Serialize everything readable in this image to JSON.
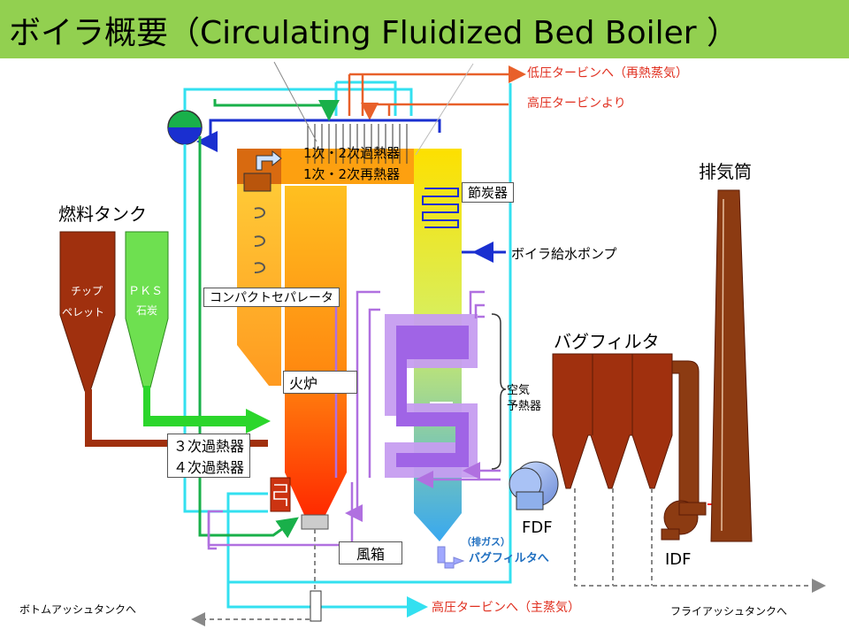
{
  "title": "ボイラ概要（Circulating Fluidized Bed Boiler ）",
  "labels": {
    "low_pressure_turbine": "低圧タービンへ（再熱蒸気）",
    "from_hp_turbine": "高圧タービンより",
    "superheater_1_2": "1次・2次過熱器",
    "reheater_1_2": "1次・2次再熱器",
    "economizer": "節炭器",
    "stack": "排気筒",
    "fuel_tank": "燃料タンク",
    "feed_pump": "ボイラ給水ポンプ",
    "chip": "チップ",
    "pellet": "ペレット",
    "pks": "ＰＫＳ",
    "coal": "石炭",
    "compact_separator": "コンパクトセパレータ",
    "bag_filter": "バグフィルタ",
    "furnace": "火炉",
    "air_preheater_1": "空気",
    "air_preheater_2": "予熱器",
    "superheater_3": "３次過熱器",
    "superheater_4": "４次過熱器",
    "fdf": "FDF",
    "exhaust_gas": "（排ガス）",
    "to_bag_filter": "バグフィルタへ",
    "windbox": "風箱",
    "idf": "IDF",
    "bottom_ash": "ボトムアッシュタンクへ",
    "to_hp_turbine": "高圧タービンへ（主蒸気）",
    "fly_ash": "フライアッシュタンクへ"
  },
  "colors": {
    "title_bg": "#92d050",
    "steam_line": "#33e0f0",
    "water_line": "#1a2fd0",
    "reheat_line": "#e8602a",
    "recirc_line": "#19b04a",
    "air_line": "#b070e0",
    "tank": "#a0300e",
    "pks_tank": "#6ee050",
    "label_red": "#e03020",
    "label_blue": "#1f6fc0"
  }
}
